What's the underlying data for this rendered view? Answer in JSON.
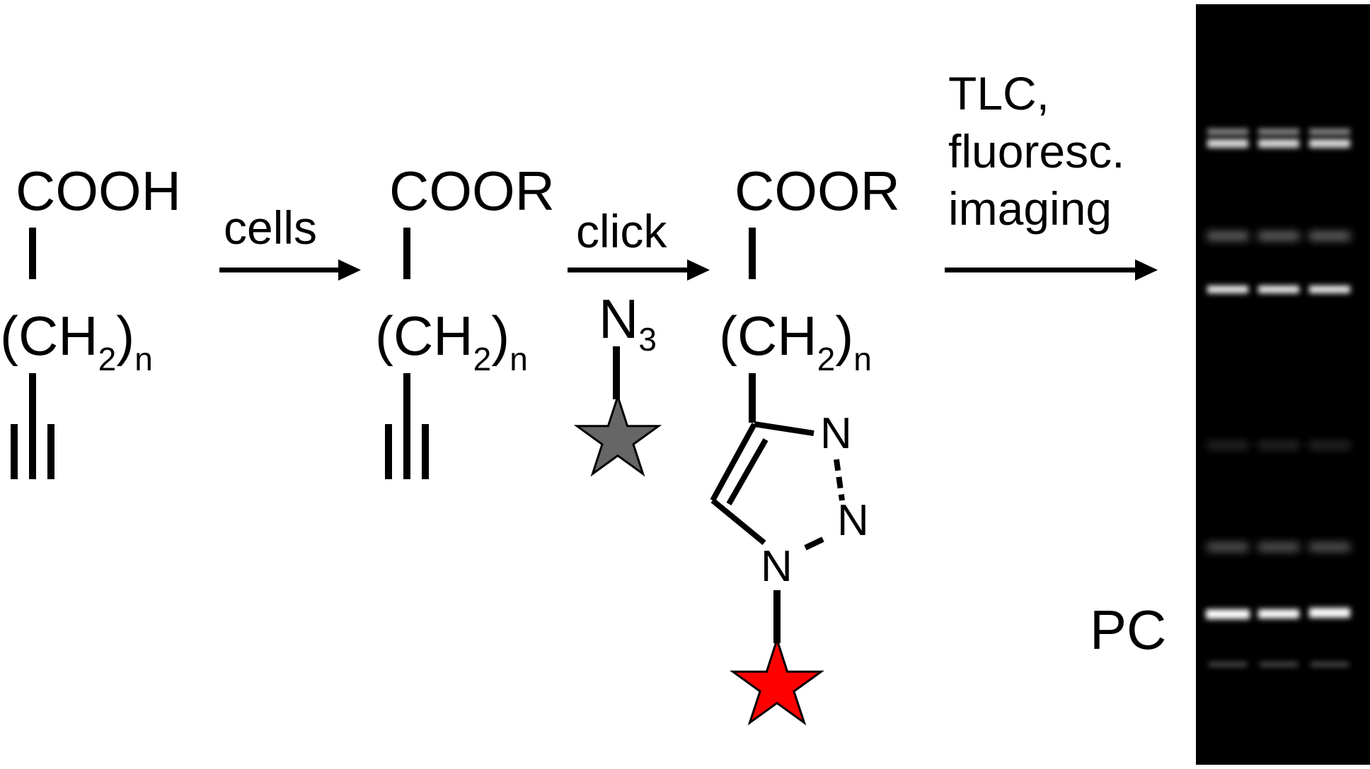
{
  "scheme": {
    "structure1": {
      "top_group": "COOH",
      "chain_main": "(CH",
      "chain_sub": "2",
      "chain_close": ")",
      "chain_n": "n"
    },
    "arrow1": {
      "label": "cells"
    },
    "structure2": {
      "top_group": "COOR",
      "chain_main": "(CH",
      "chain_sub": "2",
      "chain_close": ")",
      "chain_n": "n"
    },
    "arrow2": {
      "label": "click",
      "reagent_main": "N",
      "reagent_sub": "3"
    },
    "structure3": {
      "top_group": "COOR",
      "chain_main": "(CH",
      "chain_sub": "2",
      "chain_close": ")",
      "chain_n": "n",
      "ring_atoms": [
        "N",
        "N",
        "N"
      ]
    },
    "arrow3": {
      "label_lines": [
        "TLC,",
        "fluoresc.",
        "imaging"
      ]
    },
    "tlc": {
      "spot_label": "PC",
      "lanes": 3
    },
    "colors": {
      "background": "#ffffff",
      "reagent_star": "#666666",
      "product_star": "#ff0000",
      "tlc_background": "#000000",
      "tlc_band": "#ffffff"
    },
    "icons": [
      "alkyne-triple-bond-icon",
      "gray-star-icon",
      "red-star-icon"
    ]
  }
}
